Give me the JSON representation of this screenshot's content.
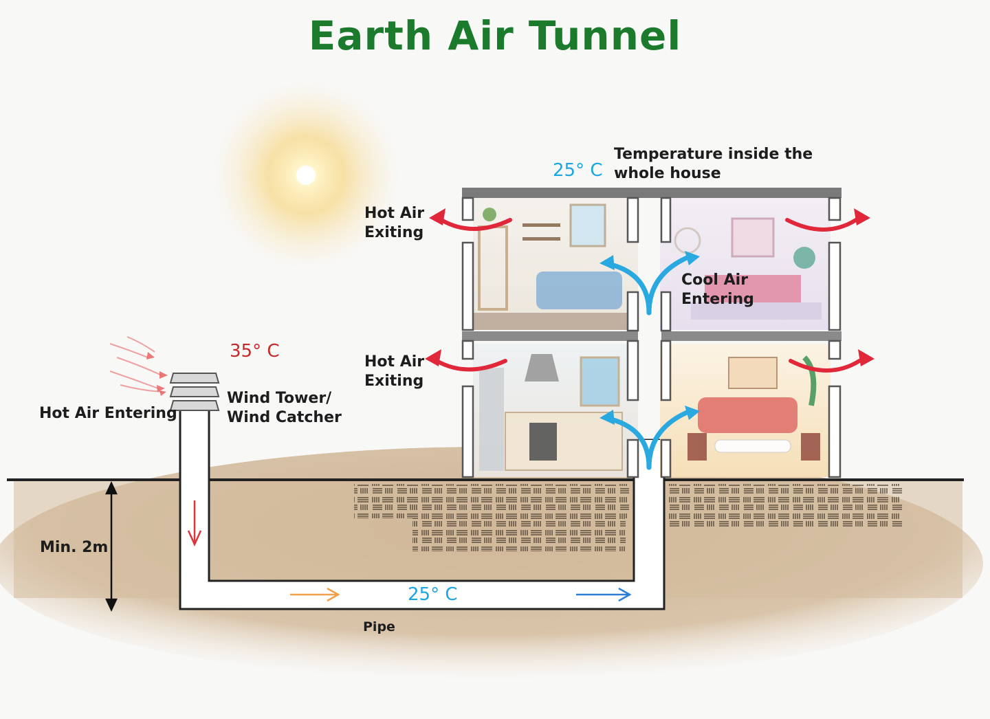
{
  "title": "Earth Air Tunnel",
  "labels": {
    "hot_air_entering": "Hot Air Entering",
    "outside_temp": "35° C",
    "wind_tower_line1": "Wind Tower/",
    "wind_tower_line2": "Wind Catcher",
    "depth": "Min. 2m",
    "pipe_temp": "25° C",
    "pipe": "Pipe",
    "house_temp": "25° C",
    "house_temp_desc_line1": "Temperature inside the",
    "house_temp_desc_line2": "whole house",
    "hot_air_exiting_top_line1": "Hot Air",
    "hot_air_exiting_top_line2": "Exiting",
    "hot_air_exiting_bottom_line1": "Hot Air",
    "hot_air_exiting_bottom_line2": "Exiting",
    "cool_air_line1": "Cool Air",
    "cool_air_line2": "Entering"
  },
  "colors": {
    "title": "#1b7a2c",
    "hot": "#e0283a",
    "cool": "#2aa8e0",
    "soil": "#d6c0a4",
    "wall": "#777777"
  }
}
